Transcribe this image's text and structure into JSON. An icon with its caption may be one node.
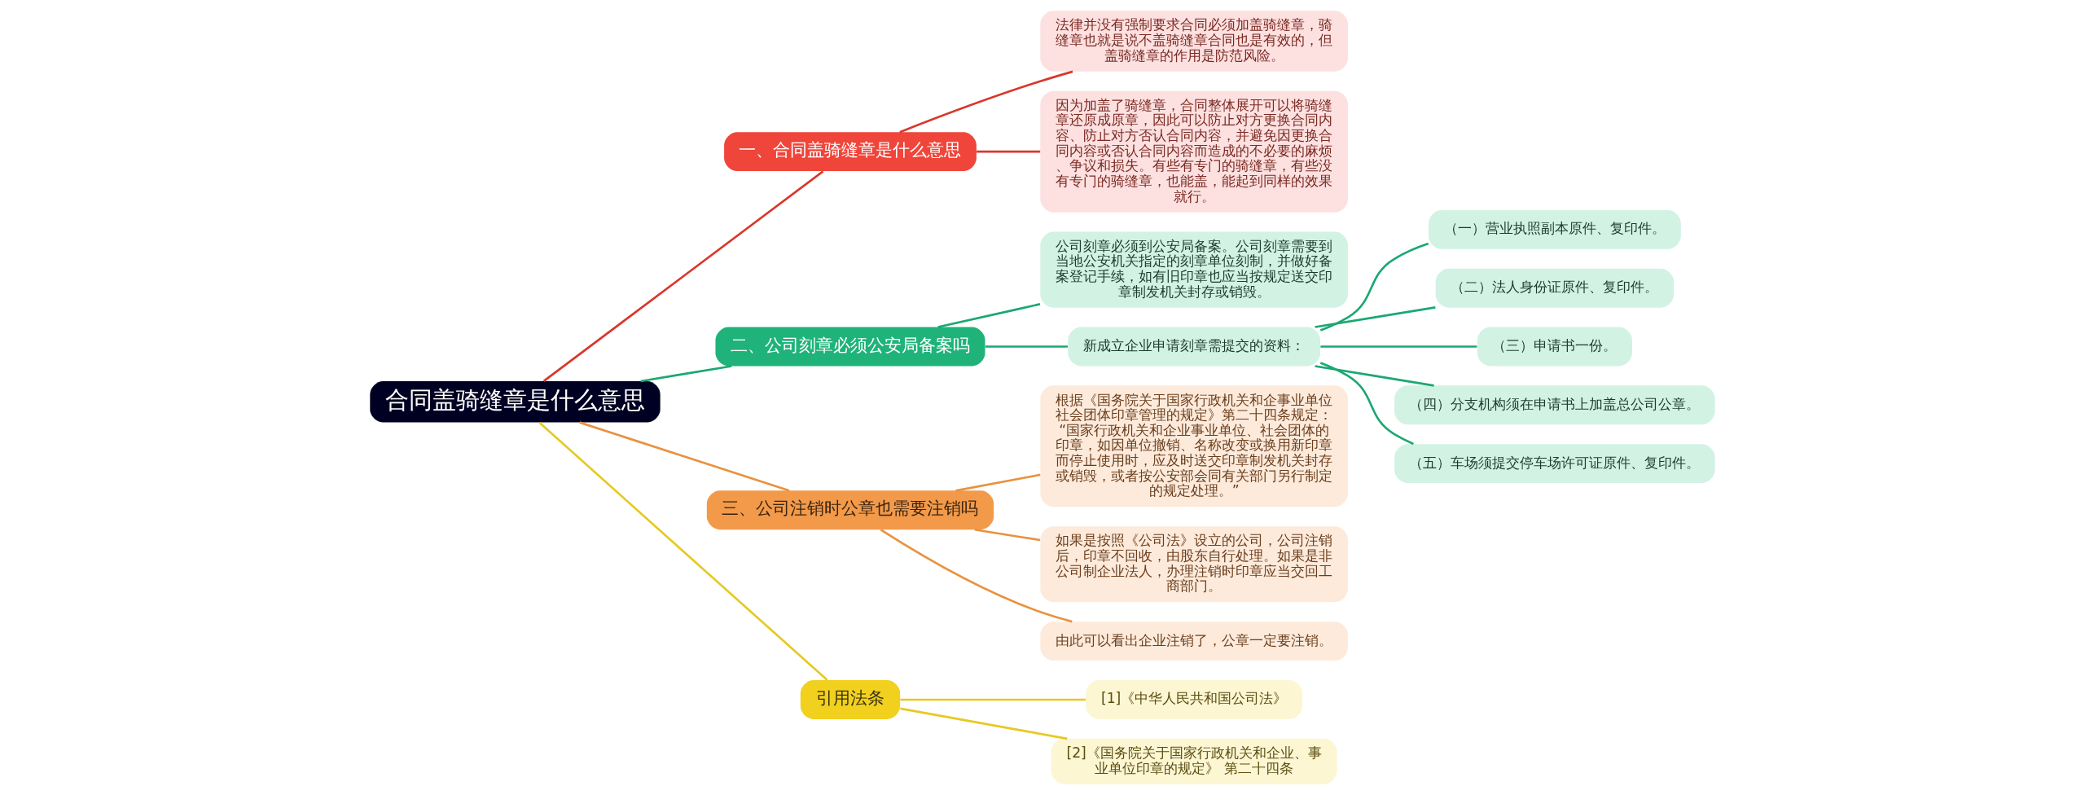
{
  "diagram": {
    "nodes": [
      {
        "text": [
          "合同盖骑缝章是什么意思"
        ]
      },
      {
        "text": [
          "一、合同盖骑缝章是什么意思"
        ]
      },
      {
        "text": [
          "法律并没有强制要求合同必须加盖骑缝章，骑缝章也就是说不盖骑缝章合同也是有效的，但盖骑缝章的作用是防范风险。"
        ]
      },
      {
        "text": [
          "因为加盖了骑缝章，合同整体展开可以将骑缝章还原成原章，因此可以防止对方更换合同内容、防止对方否认合同内容，并避免因更换合同内容或否认合同内容而造成的不必要的麻烦、争议和损失。有些有专门的骑缝章，有些没有专门的骑缝章，也能盖，能起到同样的效果就行。"
        ]
      },
      {
        "text": [
          "二、公司刻章必须公安局备案吗"
        ]
      },
      {
        "text": [
          "公司刻章必须到公安局备案。公司刻章需要到当地公安机关指定的刻章单位刻制，并做好备案登记手续，如有旧印章也应当按规定送交印章制发机关封存或销毁。"
        ]
      },
      {
        "text": [
          "新成立企业申请刻章需提交的资料："
        ]
      },
      {
        "text": [
          "（一）营业执照副本原件、复印件。"
        ]
      },
      {
        "text": [
          "（二）法人身份证原件、复印件。"
        ]
      },
      {
        "text": [
          "（三）申请书一份。"
        ]
      },
      {
        "text": [
          "（四）分支机构须在申请书上加盖总公司公章。"
        ]
      },
      {
        "text": [
          "（五）车场须提交停车场许可证原件、复印件。"
        ]
      },
      {
        "text": [
          "三、公司注销时公章也需要注销吗"
        ]
      },
      {
        "text": [
          "根据《国务院关于国家行政机关和企事业单位社会团体印章管理的规定》第二十四条规定：“国家行政机关和企业事业单位、社会团体的印章，如因单位撤销、名称改变或换用新印章而停止使用时，应及时送交印章制发机关封存或销毁，或者按公安部会同有关部门另行制定的规定处理。”"
        ]
      },
      {
        "text": [
          "如果是按照《公司法》设立的公司，公司注销后，印章不回收，由股东自行处理。如果是非公司制企业法人，办理注销时印章应当交回工商部门。"
        ]
      },
      {
        "text": [
          "由此可以看出企业注销了，公章一定要注销。"
        ]
      },
      {
        "text": [
          "引用法条"
        ]
      },
      {
        "text": [
          "[1]《中华人民共和国公司法》"
        ]
      },
      {
        "text": [
          "[2]《国务院关于国家行政机关和企业、事业单位印章的规定》 第二十四条"
        ]
      }
    ],
    "edges": [
      {
        "from": 0,
        "to": 1,
        "arrow": "none",
        "color": "#d9372b"
      },
      {
        "from": 1,
        "to": 2,
        "arrow": "none",
        "color": "#d9372b"
      },
      {
        "from": 1,
        "to": 3,
        "arrow": "none",
        "color": "#d9372b"
      },
      {
        "from": 0,
        "to": 4,
        "arrow": "none",
        "color": "#1aa872"
      },
      {
        "from": 4,
        "to": 5,
        "arrow": "none",
        "color": "#1aa872"
      },
      {
        "from": 4,
        "to": 6,
        "arrow": "none",
        "color": "#1aa872"
      },
      {
        "from": 6,
        "to": 7,
        "arrow": "none",
        "color": "#1aa872"
      },
      {
        "from": 6,
        "to": 8,
        "arrow": "none",
        "color": "#1aa872"
      },
      {
        "from": 6,
        "to": 9,
        "arrow": "none",
        "color": "#1aa872"
      },
      {
        "from": 6,
        "to": 10,
        "arrow": "none",
        "color": "#1aa872"
      },
      {
        "from": 6,
        "to": 11,
        "arrow": "none",
        "color": "#1aa872"
      },
      {
        "from": 0,
        "to": 12,
        "arrow": "none",
        "color": "#e8923f"
      },
      {
        "from": 12,
        "to": 13,
        "arrow": "none",
        "color": "#e8923f"
      },
      {
        "from": 12,
        "to": 14,
        "arrow": "none",
        "color": "#e8923f"
      },
      {
        "from": 12,
        "to": 15,
        "arrow": "none",
        "color": "#e8923f"
      },
      {
        "from": 0,
        "to": 16,
        "arrow": "none",
        "color": "#e6c922"
      },
      {
        "from": 16,
        "to": 17,
        "arrow": "none",
        "color": "#e6c922"
      },
      {
        "from": 16,
        "to": 18,
        "arrow": "none",
        "color": "#e6c922"
      }
    ]
  }
}
